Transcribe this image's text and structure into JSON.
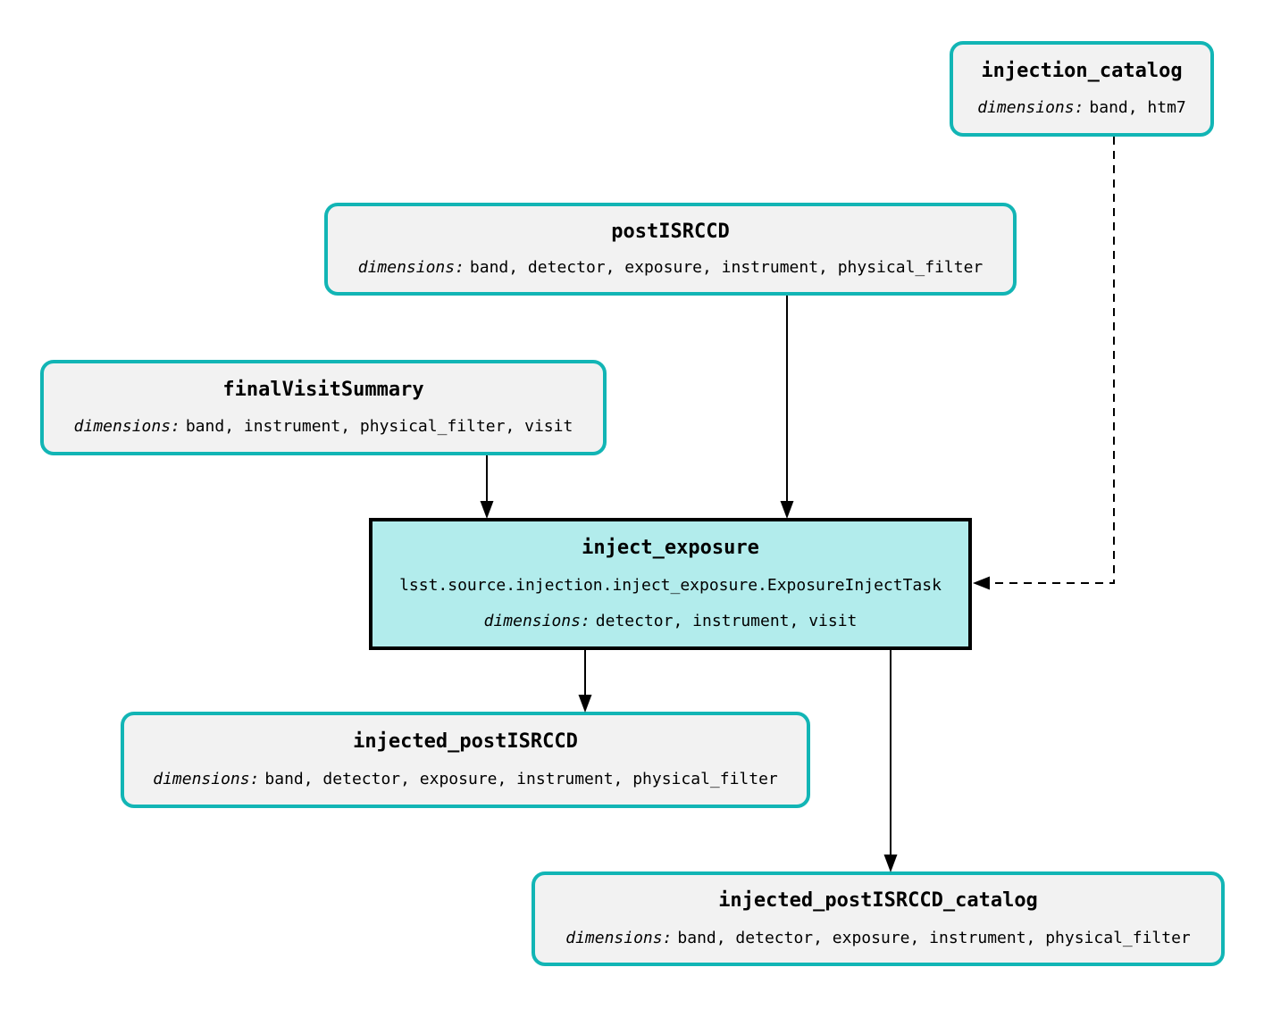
{
  "diagram": {
    "background_color": "#ffffff",
    "colors": {
      "dataset_border": "#12b5b5",
      "dataset_fill": "#f2f2f2",
      "task_border": "#000000",
      "task_fill": "#b2ecec",
      "edge": "#000000"
    },
    "nodes": [
      {
        "id": "injection_catalog",
        "kind": "dataset",
        "title": "injection_catalog",
        "dimensions_label": "dimensions:",
        "dimensions": "band, htm7"
      },
      {
        "id": "postISRCCD",
        "kind": "dataset",
        "title": "postISRCCD",
        "dimensions_label": "dimensions:",
        "dimensions": "band, detector, exposure, instrument, physical_filter"
      },
      {
        "id": "finalVisitSummary",
        "kind": "dataset",
        "title": "finalVisitSummary",
        "dimensions_label": "dimensions:",
        "dimensions": "band, instrument, physical_filter, visit"
      },
      {
        "id": "inject_exposure",
        "kind": "task",
        "title": "inject_exposure",
        "task_class": "lsst.source.injection.inject_exposure.ExposureInjectTask",
        "dimensions_label": "dimensions:",
        "dimensions": "detector, instrument, visit"
      },
      {
        "id": "injected_postISRCCD",
        "kind": "dataset",
        "title": "injected_postISRCCD",
        "dimensions_label": "dimensions:",
        "dimensions": "band, detector, exposure, instrument, physical_filter"
      },
      {
        "id": "injected_postISRCCD_catalog",
        "kind": "dataset",
        "title": "injected_postISRCCD_catalog",
        "dimensions_label": "dimensions:",
        "dimensions": "band, detector, exposure, instrument, physical_filter"
      }
    ],
    "edges": [
      {
        "from": "postISRCCD",
        "to": "inject_exposure",
        "style": "solid"
      },
      {
        "from": "finalVisitSummary",
        "to": "inject_exposure",
        "style": "solid"
      },
      {
        "from": "injection_catalog",
        "to": "inject_exposure",
        "style": "dashed"
      },
      {
        "from": "inject_exposure",
        "to": "injected_postISRCCD",
        "style": "solid"
      },
      {
        "from": "inject_exposure",
        "to": "injected_postISRCCD_catalog",
        "style": "solid"
      }
    ]
  }
}
